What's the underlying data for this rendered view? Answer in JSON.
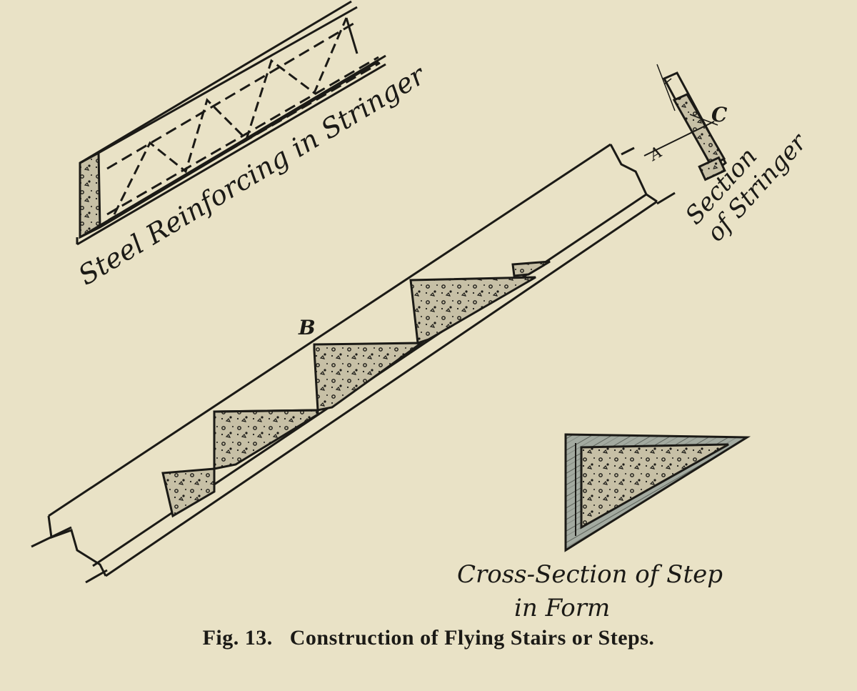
{
  "figure": {
    "number": "Fig. 13.",
    "title": "Construction of Flying Stairs or Steps."
  },
  "labels": {
    "steel_reinforcing": "Steel Reinforcing in Stringer",
    "section_line1": "Section",
    "section_line2": "of Stringer",
    "cross_section_line1": "Cross-Section of Step",
    "cross_section_line2": "in Form",
    "point_b": "B",
    "point_c": "C",
    "dim_a": "A"
  },
  "colors": {
    "paper": "#e9e2c6",
    "ink": "#1b1a16",
    "concrete": "#bdb59e",
    "wood": "#9aa39a"
  }
}
